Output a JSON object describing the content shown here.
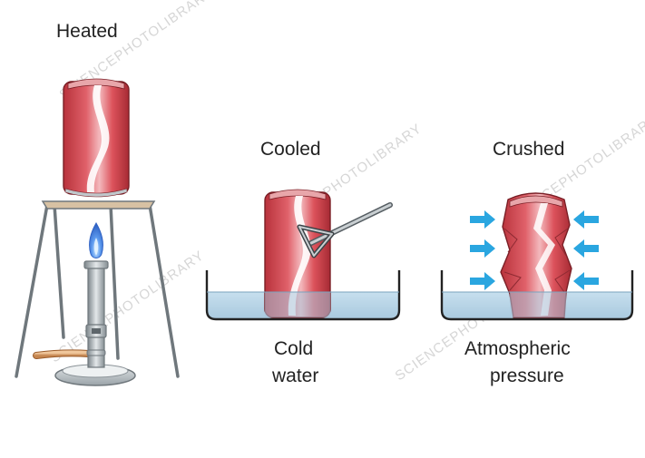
{
  "stages": {
    "heated": "Heated",
    "cooled": "Cooled",
    "crushed": "Crushed"
  },
  "captions": {
    "cold_water_line1": "Cold",
    "cold_water_line2": "water",
    "pressure_line1": "Atmospheric",
    "pressure_line2": "pressure"
  },
  "watermark": "SCIENCEPHOTOLIBRARY",
  "colors": {
    "can_red": "#d94a52",
    "can_highlight": "#f6c9c9",
    "water": "#bcd6e6",
    "flame": "#4a7fd8",
    "arrow": "#2aa6e0",
    "metal": "#9aa3a8",
    "gas_hose": "#d9a070"
  },
  "icons": [
    "bunsen-burner-icon",
    "tripod-icon",
    "tongs-icon",
    "pressure-arrow-icon"
  ]
}
